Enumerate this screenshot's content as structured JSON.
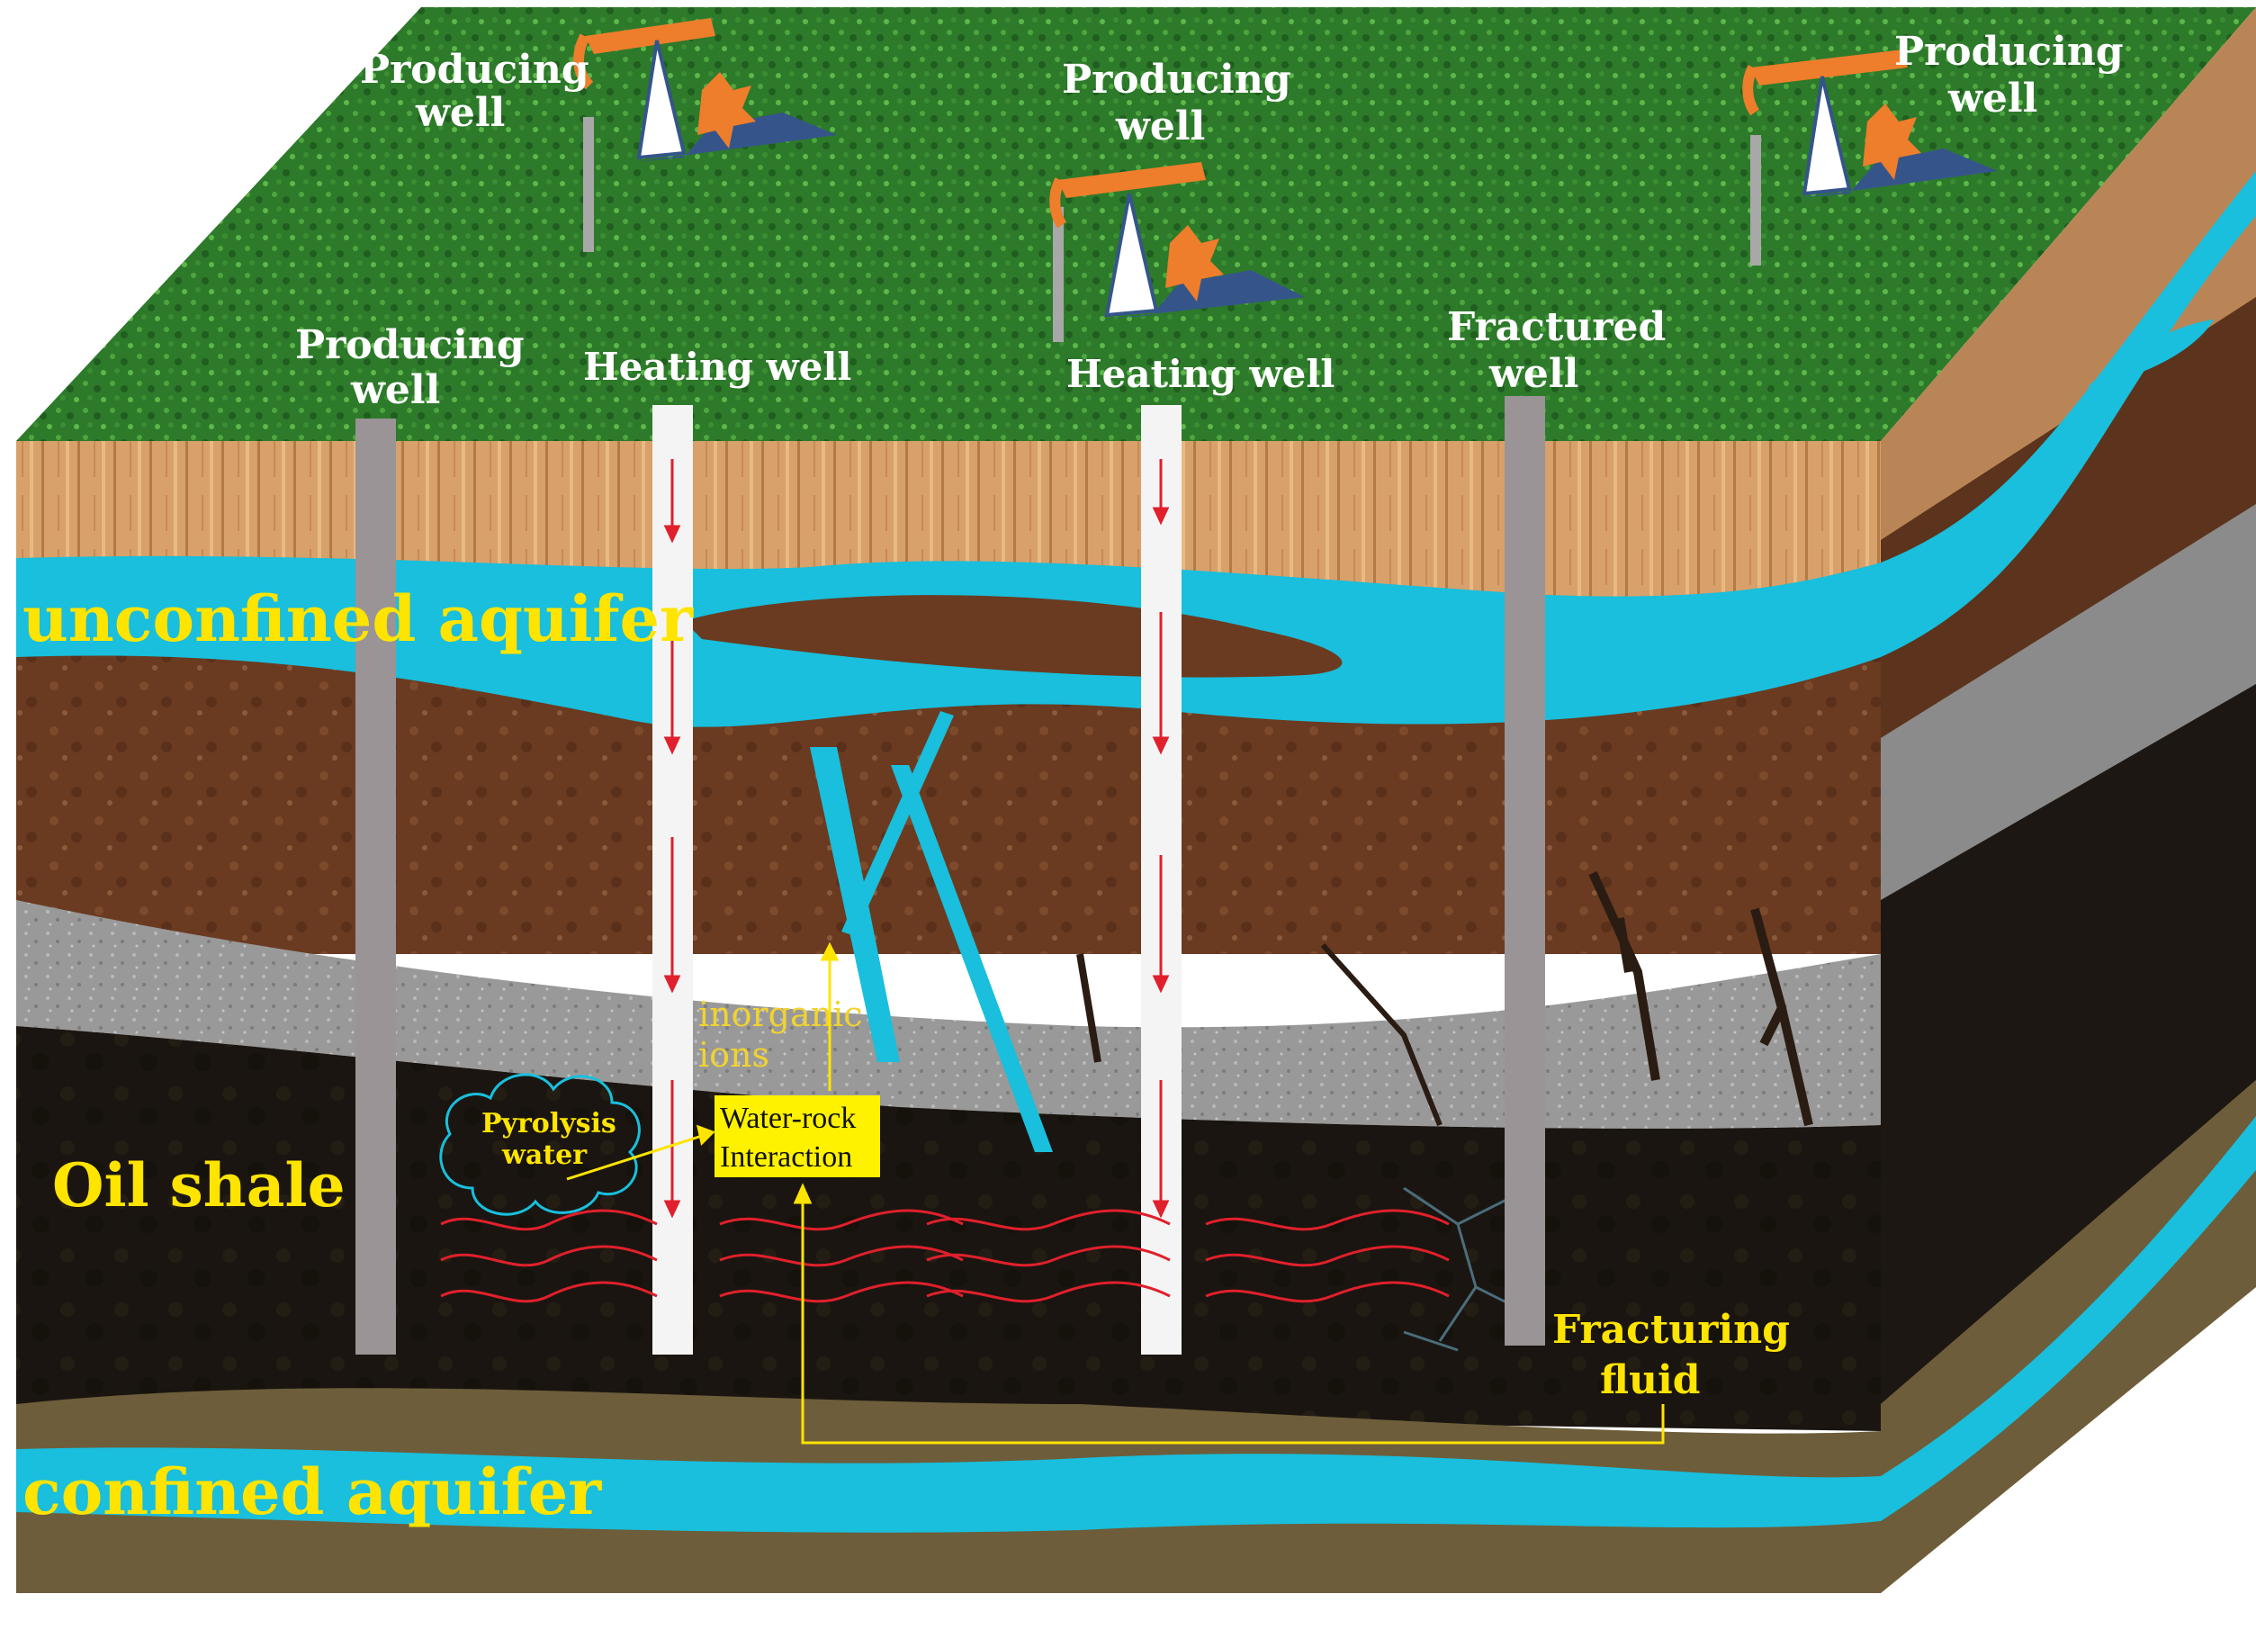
{
  "labels": {
    "producing_well_top_left_1": "Producing",
    "producing_well_top_left_2": "well",
    "producing_well_top_mid_1": "Producing",
    "producing_well_top_mid_2": "well",
    "producing_well_top_right_1": "Producing",
    "producing_well_top_right_2": "well",
    "producing_well_front_1": "Producing",
    "producing_well_front_2": "well",
    "heating_well_1": "Heating well",
    "heating_well_2": "Heating well",
    "fractured_well_1": "Fractured",
    "fractured_well_2": "well",
    "unconfined_aquifer": "unconfined aquifer",
    "confined_aquifer": "confined aquifer",
    "oil_shale": "Oil shale",
    "inorganic_ions_1": "inorganic",
    "inorganic_ions_2": "ions",
    "pyrolysis_water_1": "Pyrolysis",
    "pyrolysis_water_2": "water",
    "water_rock_1": "Water-rock",
    "water_rock_2": "Interaction",
    "fracturing_fluid_1": "Fracturing",
    "fracturing_fluid_2": "fluid"
  },
  "colors": {
    "grass": "#2e7a2a",
    "topsoil": "#d9a068",
    "aquifer": "#19bfdc",
    "brown_layer": "#6b3c22",
    "grey_layer": "#9a9a9a",
    "oil_shale": "#1a1510",
    "base": "#6e5f3a",
    "heat_wave": "#e0202c",
    "label_yellow": "#ffe400",
    "pump_orange": "#ee7d2c",
    "pump_blue": "#35558a"
  }
}
